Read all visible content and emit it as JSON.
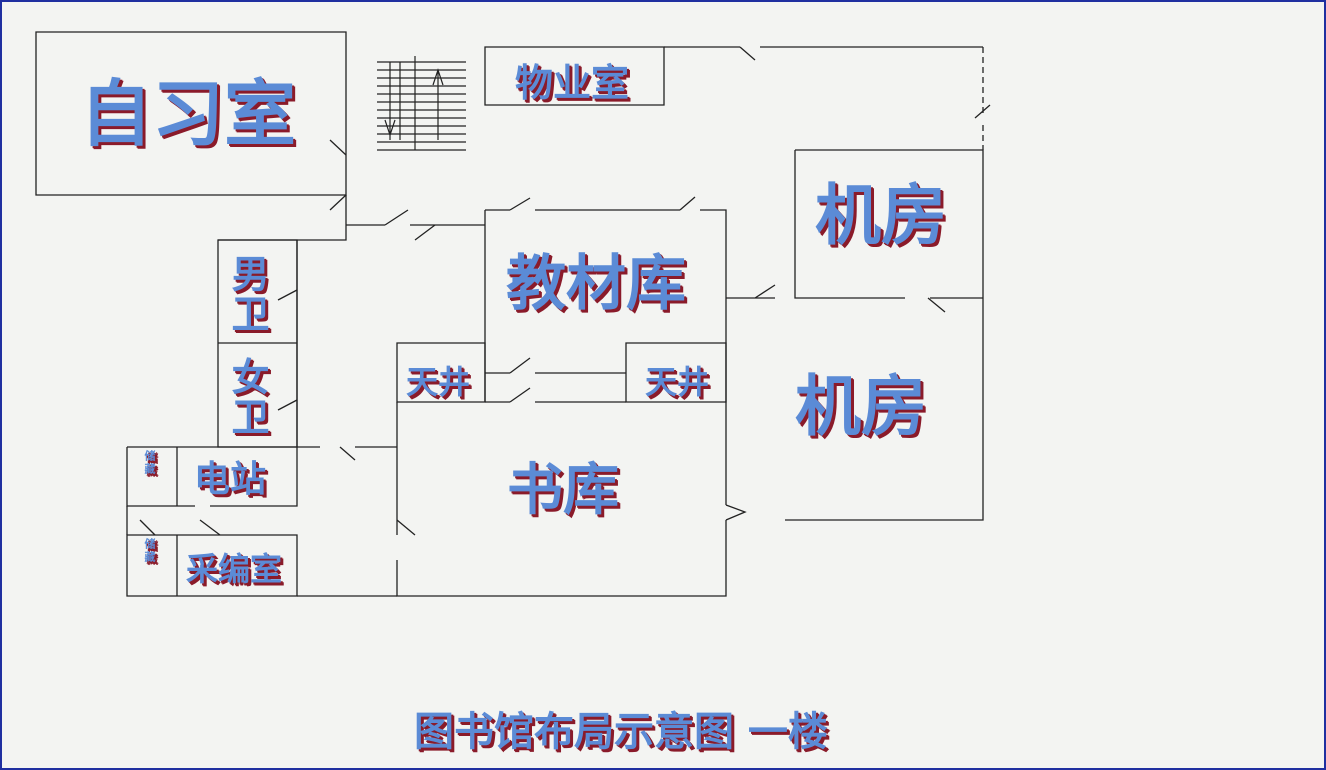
{
  "rooms": {
    "self_study": "自习室",
    "property": "物业室",
    "machine_room_upper": "机房",
    "machine_room_lower": "机房",
    "textbook_store": "教材库",
    "mens_restroom": "男卫",
    "womens_restroom": "女卫",
    "skylight_left": "天井",
    "skylight_right": "天井",
    "power_station": "电站",
    "book_store": "书库",
    "acquisition_room": "采编室",
    "small_room_upper": "储藏",
    "small_room_lower": "储藏"
  },
  "caption": "图书馆布局示意图 一楼",
  "colors": {
    "label_fill": "#5b8bd6",
    "label_shadow": "#8a1b2a",
    "wall": "#222222",
    "frame": "#1f2fa0"
  }
}
